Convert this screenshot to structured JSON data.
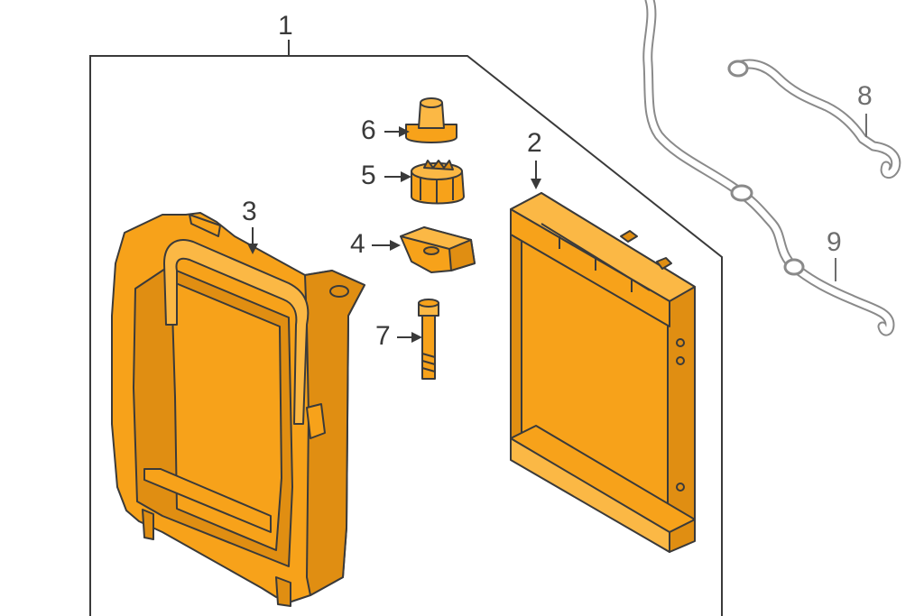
{
  "diagram": {
    "accent_color": "#F7A21A",
    "outline_color": "#3a3a3a",
    "hose_color": "#8a8a8a",
    "callouts": [
      {
        "id": "assembly",
        "label": "1"
      },
      {
        "id": "radiator",
        "label": "2"
      },
      {
        "id": "shroud",
        "label": "3"
      },
      {
        "id": "bracket",
        "label": "4"
      },
      {
        "id": "insulator",
        "label": "5"
      },
      {
        "id": "bushing",
        "label": "6"
      },
      {
        "id": "bolt",
        "label": "7"
      },
      {
        "id": "hose_upper",
        "label": "8"
      },
      {
        "id": "hose_lower",
        "label": "9"
      }
    ],
    "parts": [
      {
        "id": "shroud",
        "icon": "fan-shroud-icon"
      },
      {
        "id": "radiator",
        "icon": "radiator-core-icon"
      },
      {
        "id": "bushing",
        "icon": "upper-bushing-icon"
      },
      {
        "id": "insulator",
        "icon": "rubber-insulator-icon"
      },
      {
        "id": "bracket",
        "icon": "mount-bracket-icon"
      },
      {
        "id": "bolt",
        "icon": "bolt-icon"
      },
      {
        "id": "hose_upper",
        "icon": "upper-hose-icon"
      },
      {
        "id": "hose_lower",
        "icon": "lower-hose-icon"
      }
    ]
  }
}
